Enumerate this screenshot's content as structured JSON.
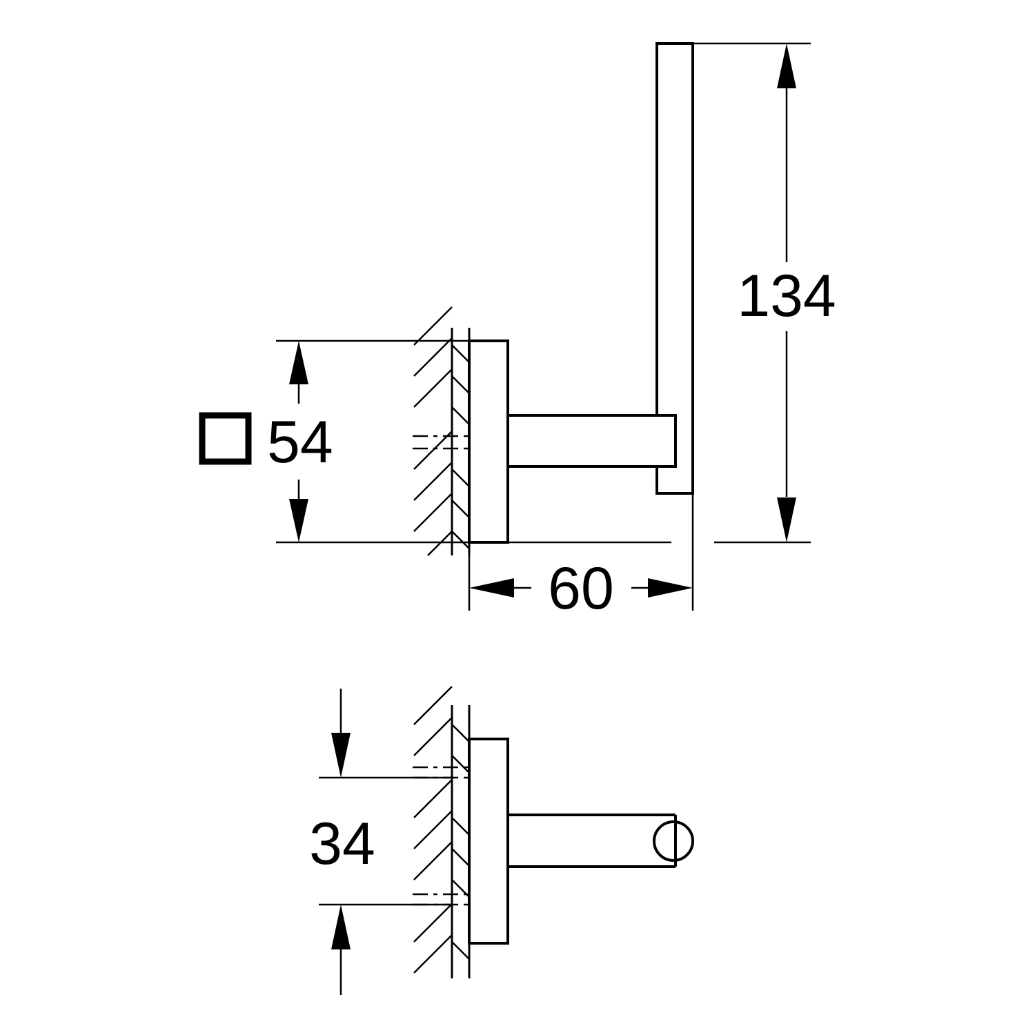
{
  "dimensions": {
    "height_total": "134",
    "plate_size": "54",
    "projection": "60",
    "hole_spacing": "34"
  },
  "symbols": {
    "square_section": "square-profile-icon"
  },
  "colors": {
    "line": "#000000",
    "background": "#ffffff"
  }
}
